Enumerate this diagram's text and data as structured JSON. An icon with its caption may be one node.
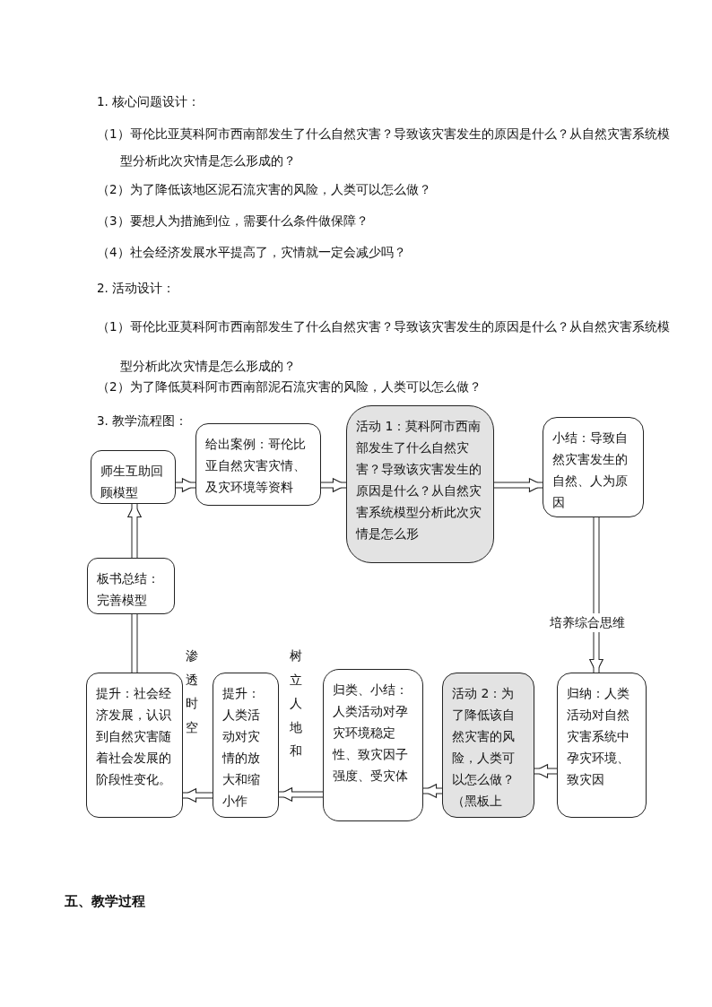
{
  "diagram": {
    "title": "3. 教学流程图：",
    "nodes": [
      {
        "text": [
          "师生互助回顾模型"
        ]
      },
      {
        "text": [
          "给出案例：哥伦比亚自然灾害灾情、及灾环境等资料"
        ]
      },
      {
        "text": [
          "活动 1：莫科阿市西南部发生了什么自然灾害？导致该灾害发生的原因是什么？从自然灾害系统模型分析此次灾情是怎么形"
        ]
      },
      {
        "text": [
          "小结：导致自然灾害发生的自然、人为原因"
        ]
      },
      {
        "text": [
          "板书总结：完善模型"
        ]
      },
      {
        "text": [
          "提升：社会经济发展，认识到自然灾害随着社会发展的阶段性变化。"
        ]
      },
      {
        "text": [
          "提升：人类活动对灾情的放大和缩小作"
        ]
      },
      {
        "text": [
          "归类、小结：人类活动对孕灾环境稳定性、致灾因子强度、受灾体"
        ]
      },
      {
        "text": [
          "活动 2：为了降低该自然灾害的风险，人类可以怎么做？（黑板上"
        ]
      },
      {
        "text": [
          "归纳：人类活动对自然灾害系统中孕灾环境、致灾因"
        ]
      }
    ],
    "edges": [
      {
        "from": 0,
        "to": 1,
        "arrow": "to"
      },
      {
        "from": 1,
        "to": 2,
        "arrow": "to"
      },
      {
        "from": 2,
        "to": 3,
        "arrow": "to"
      },
      {
        "from": 3,
        "to": 9,
        "arrow": "to",
        "label": "培养综合思维"
      },
      {
        "from": 9,
        "to": 8,
        "arrow": "to"
      },
      {
        "from": 8,
        "to": 7,
        "arrow": "to"
      },
      {
        "from": 7,
        "to": 6,
        "arrow": "to",
        "label": "树立人地和"
      },
      {
        "from": 6,
        "to": 5,
        "arrow": "to",
        "label": "渗透时空"
      },
      {
        "from": 5,
        "to": 4,
        "arrow": "none"
      },
      {
        "from": 4,
        "to": 0,
        "arrow": "to"
      }
    ],
    "labels": [
      "1. 核心问题设计：",
      "（1）哥伦比亚莫科阿市西南部发生了什么自然灾害？导致该灾害发生的原因是什么？从自然灾害系统模型分析此次灾情是怎么形成的？",
      "（2）为了降低该地区泥石流灾害的风险，人类可以怎么做？",
      "（3）要想人为措施到位，需要什么条件做保障？",
      "（4）社会经济发展水平提高了，灾情就一定会减少吗？",
      "2. 活动设计：",
      "（1）哥伦比亚莫科阿市西南部发生了什么自然灾害？导致该灾害发生的原因是什么？从自然灾害系统模型分析此次灾情是怎么形成的？",
      "（2）为了降低莫科阿市西南部泥石流灾害的风险，人类可以怎么做？",
      "五、教学过程"
    ]
  }
}
